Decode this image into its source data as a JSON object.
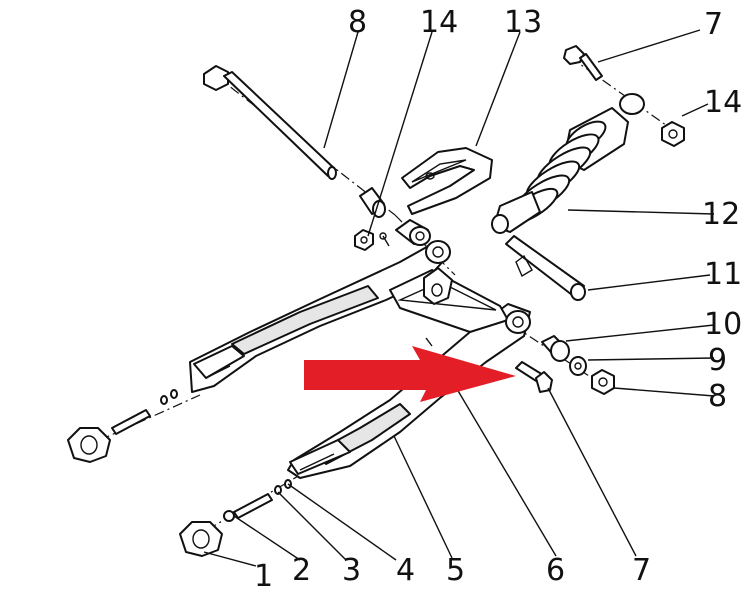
{
  "diagram": {
    "callouts": {
      "c1": "1",
      "c2": "2",
      "c3": "3",
      "c4": "4",
      "c5": "5",
      "c6": "6",
      "c7_bottom": "7",
      "c8_bottom": "8",
      "c9": "9",
      "c10": "10",
      "c11": "11",
      "c12": "12",
      "c13": "13",
      "c14_top": "14",
      "c14_right": "14",
      "c8_top": "8",
      "c7_top": "7"
    },
    "arrow_color": "#e41e26"
  }
}
